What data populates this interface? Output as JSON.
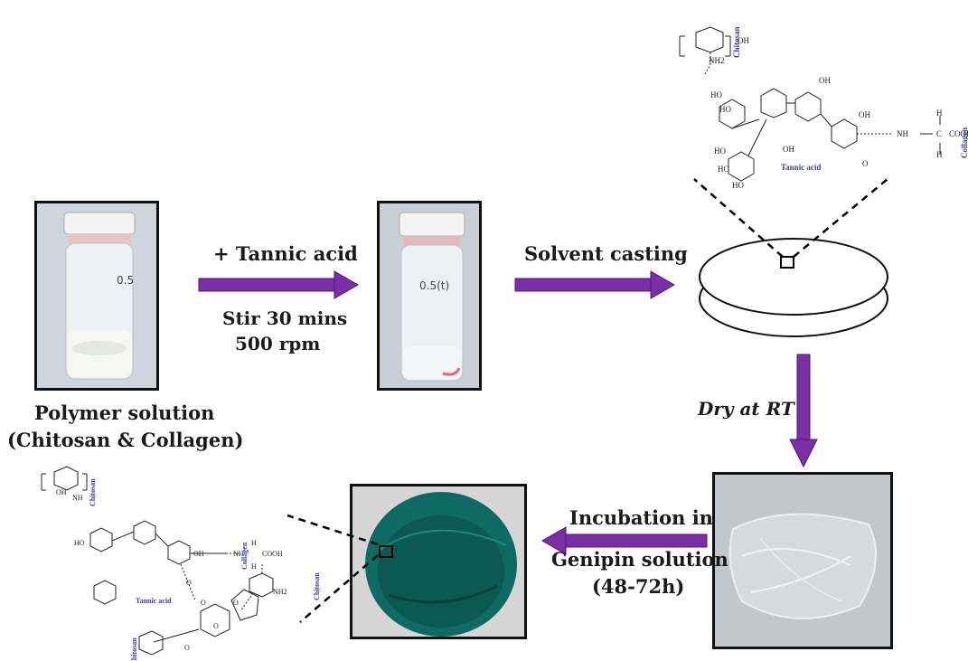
{
  "steps": {
    "polymer_label_1": "Polymer solution",
    "polymer_label_2": "(Chitosan & Collagen)",
    "add_tannic": "+ Tannic acid",
    "stir_1": "Stir 30 mins",
    "stir_2": "500 rpm",
    "solvent_casting": "Solvent casting",
    "dry": "Dry at RT",
    "incubation_1": "Incubation in",
    "incubation_2": "Genipin solution",
    "incubation_3": "(48-72h)"
  },
  "vials": {
    "vial1_mark": "0.5",
    "vial2_mark": "0.5(t)"
  },
  "structure_top": {
    "chitosan": "Chitosan",
    "tannic_acid": "Tannic acid",
    "collagen": "Collagen",
    "groups": [
      "OH",
      "NH2",
      "HO",
      "HO",
      "OH",
      "OH",
      "HO",
      "HO",
      "OH",
      "HO",
      "O",
      "NH",
      "H",
      "C",
      "COOH",
      "H"
    ]
  },
  "structure_bottom": {
    "chitosan_top": "Chitosan",
    "tannic_acid": "Tannic acid",
    "collagen": "Collagen",
    "chitosan_right": "Chitosan",
    "chitosan_bottom": "Chitosan",
    "groups": [
      "OH",
      "NH",
      "HO",
      "OH",
      "NH",
      "COOH",
      "H",
      "H",
      "O",
      "O",
      "O",
      "NH2",
      "O",
      "O"
    ]
  },
  "colors": {
    "arrow": "#7a2fa8",
    "arrow_edge": "#4d1573",
    "film_green": "#0e6b62",
    "film_dark": "#063f3a",
    "structure_blue": "#3b3bb0"
  }
}
